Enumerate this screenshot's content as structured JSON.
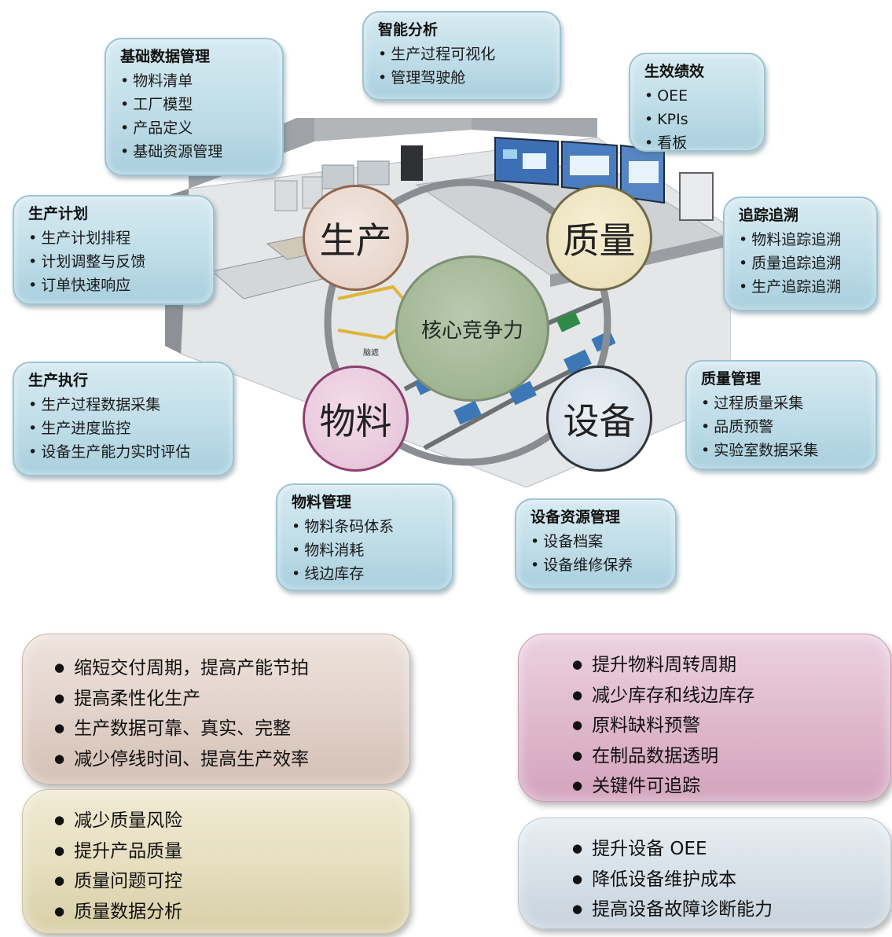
{
  "boxes": {
    "basic": {
      "title": "基础数据管理",
      "items": [
        "物料清单",
        "工厂模型",
        "产品定义",
        "基础资源管理"
      ]
    },
    "analysis": {
      "title": "智能分析",
      "items": [
        "生产过程可视化",
        "管理驾驶舱"
      ]
    },
    "performance": {
      "title": "生效绩效",
      "items": [
        "OEE",
        "KPIs",
        "看板"
      ]
    },
    "plan": {
      "title": "生产计划",
      "items": [
        "生产计划排程",
        "计划调整与反馈",
        "订单快速响应"
      ]
    },
    "trace": {
      "title": "追踪追溯",
      "items": [
        "物料追踪追溯",
        "质量追踪追溯",
        "生产追踪追溯"
      ]
    },
    "execution": {
      "title": "生产执行",
      "items": [
        "生产过程数据采集",
        "生产进度监控",
        "设备生产能力实时评估"
      ]
    },
    "quality_mgmt": {
      "title": "质量管理",
      "items": [
        "过程质量采集",
        "品质预警",
        "实验室数据采集"
      ]
    },
    "material_mgmt": {
      "title": "物料管理",
      "items": [
        "物料条码体系",
        "物料消耗",
        "线边库存"
      ]
    },
    "equipment_mgmt": {
      "title": "设备资源管理",
      "items": [
        "设备档案",
        "设备维修保养"
      ]
    }
  },
  "circles": {
    "production": "生产",
    "quality": "质量",
    "material": "物料",
    "equipment": "设备",
    "core": "核心竞争力"
  },
  "scene": {
    "floor_label": "脑遮"
  },
  "panels": {
    "production": [
      "缩短交付周期，提高产能节拍",
      "提高柔性化生产",
      "生产数据可靠、真实、完整",
      "减少停线时间、提高生产效率"
    ],
    "quality": [
      "减少质量风险",
      "提升产品质量",
      "质量问题可控",
      "质量数据分析"
    ],
    "material": [
      "提升物料周转周期",
      "减少库存和线边库存",
      "原料缺料预警",
      "在制品数据透明",
      "关键件可追踪"
    ],
    "equipment": [
      "提升设备 OEE",
      "降低设备维护成本",
      "提高设备故障诊断能力"
    ]
  },
  "colors": {
    "production_circle": "#e8d6cc",
    "quality_circle": "#ece2bd",
    "material_circle": "#e8c8dc",
    "equipment_circle": "#d6dfe8",
    "core_circle": "#a3b896",
    "box_fill": "#bfdde8",
    "panel_production": "#e2d3cb",
    "panel_quality": "#e6dfc0",
    "panel_material": "#e0b9ce",
    "panel_equipment": "#d8e1e8"
  }
}
